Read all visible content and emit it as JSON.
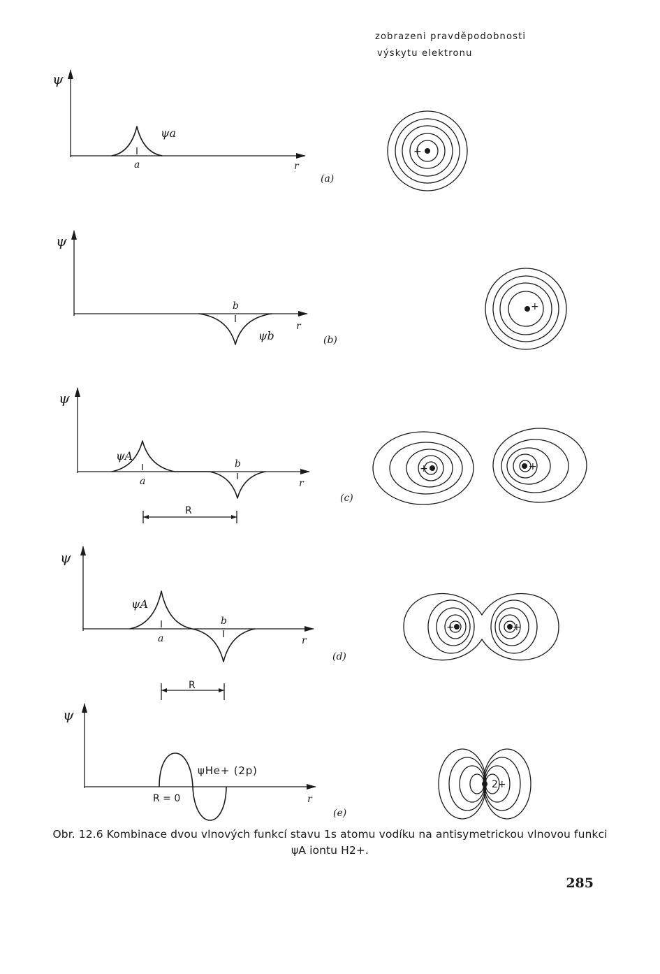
{
  "header": {
    "line1": "zobrazeni pravděpodobnosti",
    "line2": "výskytu elektronu"
  },
  "panels": {
    "a": {
      "tag": "(a)",
      "y_axis": "ψ",
      "x_axis": "r",
      "wave_label": "ψa",
      "marker": "a"
    },
    "b": {
      "tag": "(b)",
      "y_axis": "ψ",
      "x_axis": "r",
      "wave_label": "ψb",
      "marker": "b"
    },
    "c": {
      "tag": "(c)",
      "y_axis": "ψ",
      "x_axis": "r",
      "wave_label": "ψA",
      "marker_a": "a",
      "marker_b": "b",
      "distance": "R"
    },
    "d": {
      "tag": "(d)",
      "y_axis": "ψ",
      "x_axis": "r",
      "wave_label": "ψA",
      "marker_a": "a",
      "marker_b": "b",
      "distance": "R"
    },
    "e": {
      "tag": "(e)",
      "y_axis": "ψ",
      "x_axis": "r",
      "wave_label": "ψHe+ (2p)",
      "origin": "R = 0",
      "nucleus": "2+"
    }
  },
  "nucleus_sign": "+",
  "caption": {
    "line1": "Obr. 12.6 Kombinace dvou vlnových funkcí stavu 1s atomu vodíku na antisymetrickou vlnovou funkci",
    "line2": "ψA iontu H2+."
  },
  "page_number": "285"
}
